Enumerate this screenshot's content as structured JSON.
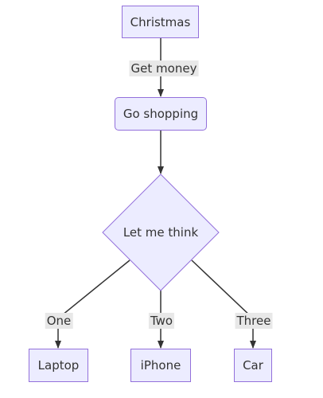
{
  "diagram": {
    "nodes": {
      "christmas": "Christmas",
      "shopping": "Go shopping",
      "think": "Let me think",
      "laptop": "Laptop",
      "iphone": "iPhone",
      "car": "Car"
    },
    "edges": {
      "christmas_to_shopping": "Get money",
      "think_to_laptop": "One",
      "think_to_iphone": "Two",
      "think_to_car": "Three"
    }
  }
}
